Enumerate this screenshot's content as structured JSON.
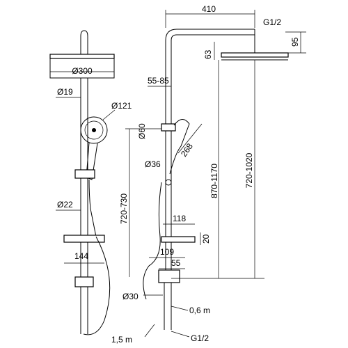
{
  "dimensions": {
    "width_top": "410",
    "connector": "G1/2",
    "head_dia": "Ø300",
    "head_height_95": "95",
    "head_height_63": "63",
    "pipe_dia": "Ø19",
    "bracket_range": "55-85",
    "hand_dia": "Ø121",
    "holder_dia": "Ø60",
    "hand_len": "268",
    "slide_dia": "Ø36",
    "rail_range": "870-1170",
    "total_range": "720-1020",
    "dia_22": "Ø22",
    "height_range": "720-730",
    "shelf_118": "118",
    "shelf_20": "20",
    "width_109": "109",
    "width_55": "55",
    "shelf_144": "144",
    "valve_dia": "Ø30",
    "hose_06": "0,6 m",
    "hose_15": "1,5 m",
    "bottom_connector": "G1/2"
  }
}
